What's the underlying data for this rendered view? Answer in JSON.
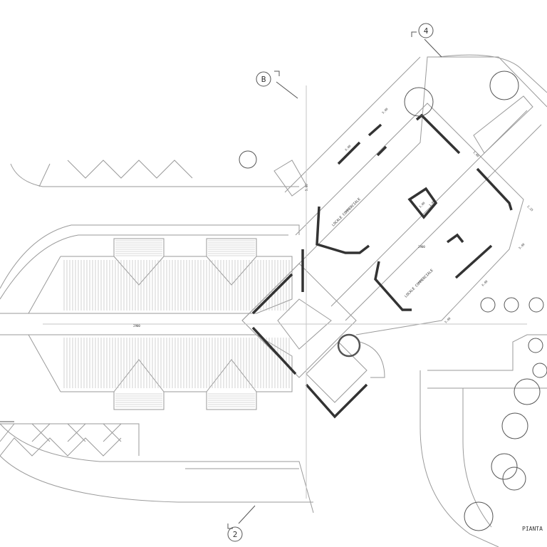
{
  "drawing": {
    "title": "PIANTA",
    "section_markers": {
      "marker_4": "4",
      "marker_b": "B",
      "marker_2": "2"
    },
    "rooms": [
      "LOCALE COMMERCIALE",
      "LOCALE COMMERCIALE"
    ],
    "levels": {
      "walkway_level": "2900",
      "plaza_level": "2900"
    },
    "dimensions": [
      "5.00",
      "6.00",
      "1.40",
      "2.25",
      "1.00",
      "1.00",
      "5.00",
      "6.00",
      "5.00",
      "5.00"
    ],
    "colors": {
      "line": "#9a9a9a",
      "wall": "#333333",
      "background": "#ffffff"
    }
  }
}
